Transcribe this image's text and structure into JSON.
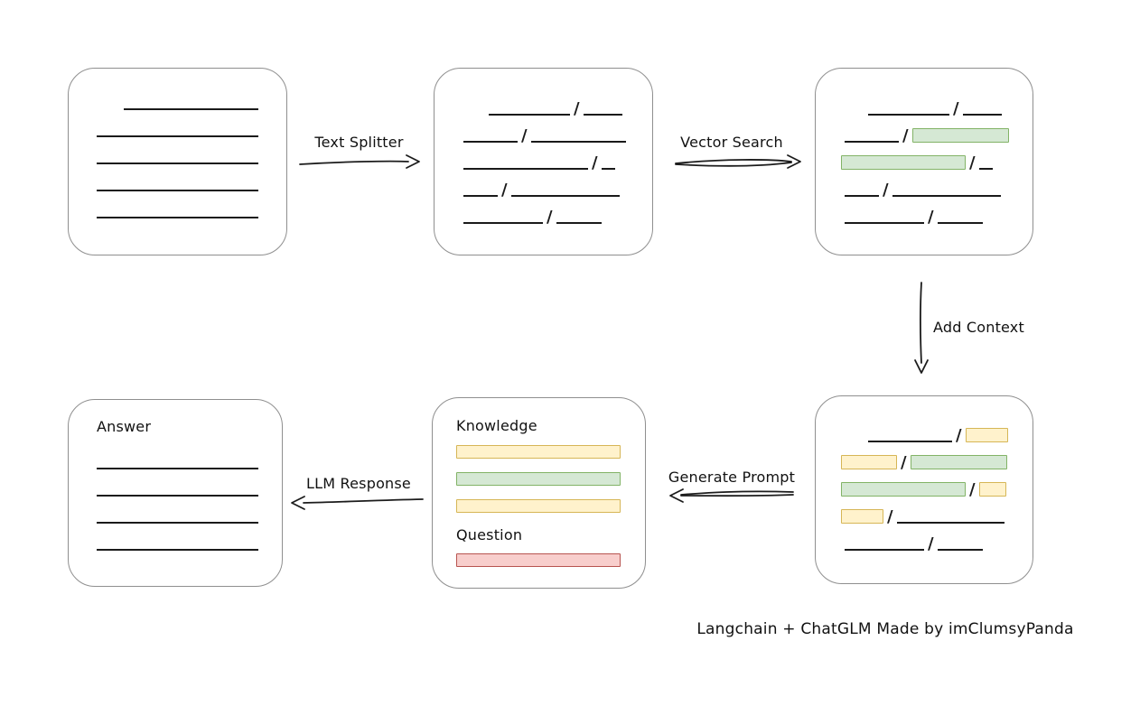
{
  "colors": {
    "green_fill": "#d5e8d4",
    "green_border": "#82b366",
    "yellow_fill": "#fff2cc",
    "yellow_border": "#d6b656",
    "red_fill": "#f8cecc",
    "red_border": "#b85450",
    "box_border": "#8f8f8f",
    "ink": "#1a1a1a"
  },
  "labels": {
    "text_splitter": "Text Splitter",
    "vector_search": "Vector Search",
    "add_context": "Add Context",
    "generate_prompt": "Generate Prompt",
    "llm_response": "LLM Response",
    "knowledge": "Knowledge",
    "question": "Question",
    "answer": "Answer",
    "caption": "Langchain + ChatGLM Made by imClumsyPanda"
  },
  "slash_char": "/",
  "nodes": {
    "document": {
      "rows": [
        {
          "indent": 61,
          "segs": [
            {
              "t": "line",
              "w": 149
            }
          ]
        },
        {
          "indent": 31,
          "segs": [
            {
              "t": "line",
              "w": 179
            }
          ]
        },
        {
          "indent": 31,
          "segs": [
            {
              "t": "line",
              "w": 179
            }
          ]
        },
        {
          "indent": 31,
          "segs": [
            {
              "t": "line",
              "w": 179
            }
          ]
        },
        {
          "indent": 31,
          "segs": [
            {
              "t": "line",
              "w": 179
            }
          ]
        }
      ]
    },
    "split": {
      "rows": [
        {
          "indent": 60,
          "segs": [
            {
              "t": "line",
              "w": 90
            },
            {
              "t": "slash"
            },
            {
              "t": "line",
              "w": 43
            }
          ]
        },
        {
          "indent": 32,
          "segs": [
            {
              "t": "line",
              "w": 60
            },
            {
              "t": "slash"
            },
            {
              "t": "line",
              "w": 105
            }
          ]
        },
        {
          "indent": 32,
          "segs": [
            {
              "t": "line",
              "w": 138
            },
            {
              "t": "slash"
            },
            {
              "t": "line",
              "w": 15
            }
          ]
        },
        {
          "indent": 32,
          "segs": [
            {
              "t": "line",
              "w": 38
            },
            {
              "t": "slash"
            },
            {
              "t": "line",
              "w": 120
            }
          ]
        },
        {
          "indent": 32,
          "segs": [
            {
              "t": "line",
              "w": 88
            },
            {
              "t": "slash"
            },
            {
              "t": "line",
              "w": 50
            }
          ]
        }
      ]
    },
    "vector": {
      "rows": [
        {
          "indent": 58,
          "segs": [
            {
              "t": "line",
              "w": 90
            },
            {
              "t": "slash"
            },
            {
              "t": "line",
              "w": 43
            }
          ]
        },
        {
          "indent": 32,
          "segs": [
            {
              "t": "line",
              "w": 60
            },
            {
              "t": "slash"
            },
            {
              "t": "chunk",
              "c": "green",
              "w": 107
            }
          ]
        },
        {
          "indent": 28,
          "segs": [
            {
              "t": "chunk",
              "c": "green",
              "w": 138
            },
            {
              "t": "slash"
            },
            {
              "t": "line",
              "w": 15
            }
          ]
        },
        {
          "indent": 32,
          "segs": [
            {
              "t": "line",
              "w": 38
            },
            {
              "t": "slash"
            },
            {
              "t": "line",
              "w": 120
            }
          ]
        },
        {
          "indent": 32,
          "segs": [
            {
              "t": "line",
              "w": 88
            },
            {
              "t": "slash"
            },
            {
              "t": "line",
              "w": 50
            }
          ]
        }
      ]
    },
    "context": {
      "rows": [
        {
          "indent": 58,
          "segs": [
            {
              "t": "line",
              "w": 93
            },
            {
              "t": "slash"
            },
            {
              "t": "chunk",
              "c": "yellow",
              "w": 47
            }
          ]
        },
        {
          "indent": 28,
          "segs": [
            {
              "t": "chunk",
              "c": "yellow",
              "w": 62
            },
            {
              "t": "slash"
            },
            {
              "t": "chunk",
              "c": "green",
              "w": 107
            }
          ]
        },
        {
          "indent": 28,
          "segs": [
            {
              "t": "chunk",
              "c": "green",
              "w": 138
            },
            {
              "t": "slash"
            },
            {
              "t": "chunk",
              "c": "yellow",
              "w": 30
            }
          ]
        },
        {
          "indent": 28,
          "segs": [
            {
              "t": "chunk",
              "c": "yellow",
              "w": 47
            },
            {
              "t": "slash"
            },
            {
              "t": "line",
              "w": 119
            }
          ]
        },
        {
          "indent": 32,
          "segs": [
            {
              "t": "line",
              "w": 88
            },
            {
              "t": "slash"
            },
            {
              "t": "line",
              "w": 50
            }
          ]
        }
      ]
    },
    "prompt": {
      "knowledge_bars": [
        {
          "c": "yellow"
        },
        {
          "c": "green"
        },
        {
          "c": "yellow"
        }
      ],
      "question_bars": [
        {
          "c": "red"
        }
      ]
    },
    "answer": {
      "rows": [
        {
          "indent": 31,
          "segs": [
            {
              "t": "line",
              "w": 179
            }
          ]
        },
        {
          "indent": 31,
          "segs": [
            {
              "t": "line",
              "w": 179
            }
          ]
        },
        {
          "indent": 31,
          "segs": [
            {
              "t": "line",
              "w": 179
            }
          ]
        },
        {
          "indent": 31,
          "segs": [
            {
              "t": "line",
              "w": 179
            }
          ]
        }
      ]
    }
  }
}
